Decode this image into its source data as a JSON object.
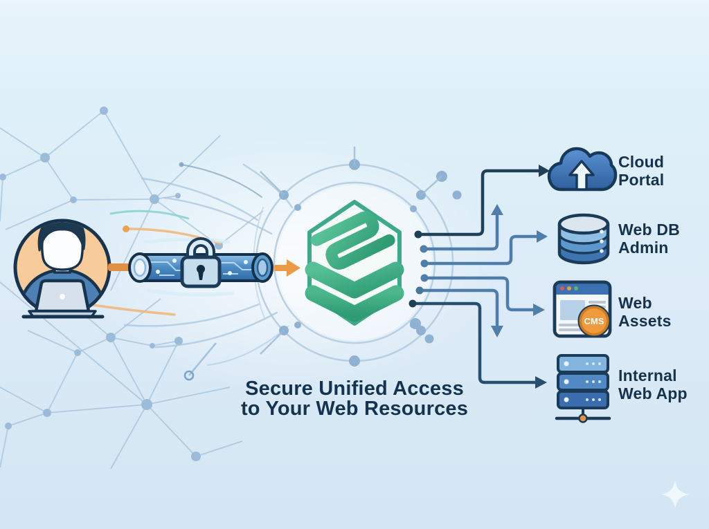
{
  "title": {
    "line1": "Secure Unified Access",
    "line2": "to Your Web Resources"
  },
  "resources": [
    {
      "label_line1": "Cloud",
      "label_line2": "Portal",
      "icon": "cloud-upload-icon"
    },
    {
      "label_line1": "Web DB",
      "label_line2": "Admin",
      "icon": "database-icon"
    },
    {
      "label_line1": "Web",
      "label_line2": "Assets",
      "icon": "browser-cms-icon",
      "badge": "CMS"
    },
    {
      "label_line1": "Internal",
      "label_line2": "Web App",
      "icon": "server-rack-icon"
    }
  ],
  "scene_icons": {
    "user": "person-laptop-avatar",
    "tunnel": "secure-tunnel-icon",
    "lock": "padlock-icon",
    "hub": "hexagon-layers-logo",
    "decor": "network-mesh-background",
    "sparkle": "sparkle-watermark"
  },
  "colors": {
    "background": "#dcebf7",
    "navy": "#17334d",
    "line_dark": "#1e4157",
    "steel_blue": "#4e7ea9",
    "green": "#3aa685",
    "orange": "#e8913b"
  }
}
